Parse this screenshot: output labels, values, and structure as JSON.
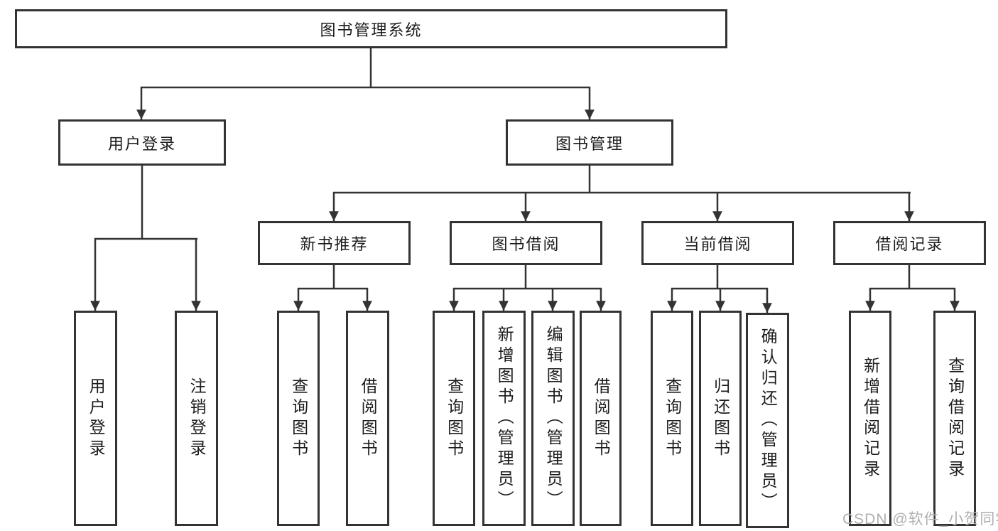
{
  "tree": {
    "root": {
      "label": "图书管理系统",
      "children": [
        {
          "label": "用户登录",
          "children": [
            {
              "label": "用户登录"
            },
            {
              "label": "注销登录"
            }
          ]
        },
        {
          "label": "图书管理",
          "children": [
            {
              "label": "新书推荐",
              "children": [
                {
                  "label": "查询图书"
                },
                {
                  "label": "借阅图书"
                }
              ]
            },
            {
              "label": "图书借阅",
              "children": [
                {
                  "label": "查询图书"
                },
                {
                  "label": "新增图书（管理员）"
                },
                {
                  "label": "编辑图书（管理员）"
                },
                {
                  "label": "借阅图书"
                }
              ]
            },
            {
              "label": "当前借阅",
              "children": [
                {
                  "label": "查询图书"
                },
                {
                  "label": "归还图书"
                },
                {
                  "label": "确认归还（管理员）"
                }
              ]
            },
            {
              "label": "借阅记录",
              "children": [
                {
                  "label": "新增借阅记录"
                },
                {
                  "label": "查询借阅记录"
                }
              ]
            }
          ]
        }
      ]
    }
  },
  "watermark": {
    "text": "CSDN @软件_小贺同学"
  },
  "colors": {
    "line": "#333333",
    "box_border": "#333333",
    "text": "#1c1c1c",
    "background": "#ffffff",
    "watermark": "#b0b0b0"
  }
}
